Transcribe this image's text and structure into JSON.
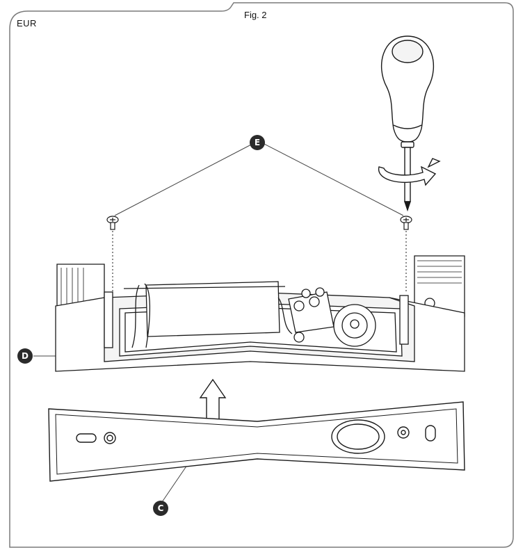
{
  "figure": {
    "title": "Fig. 2",
    "region": "EUR",
    "callouts": {
      "e": "E",
      "d": "D",
      "c": "C"
    }
  },
  "colors": {
    "ink": "#1a1a1a",
    "callout": "#2b2b2b",
    "frame": "#7a7a7a",
    "fill": "#f4f4f4"
  },
  "icons": [
    "screwdriver-icon",
    "rotation-arrow-icon",
    "screw-icon",
    "up-arrow-icon"
  ]
}
